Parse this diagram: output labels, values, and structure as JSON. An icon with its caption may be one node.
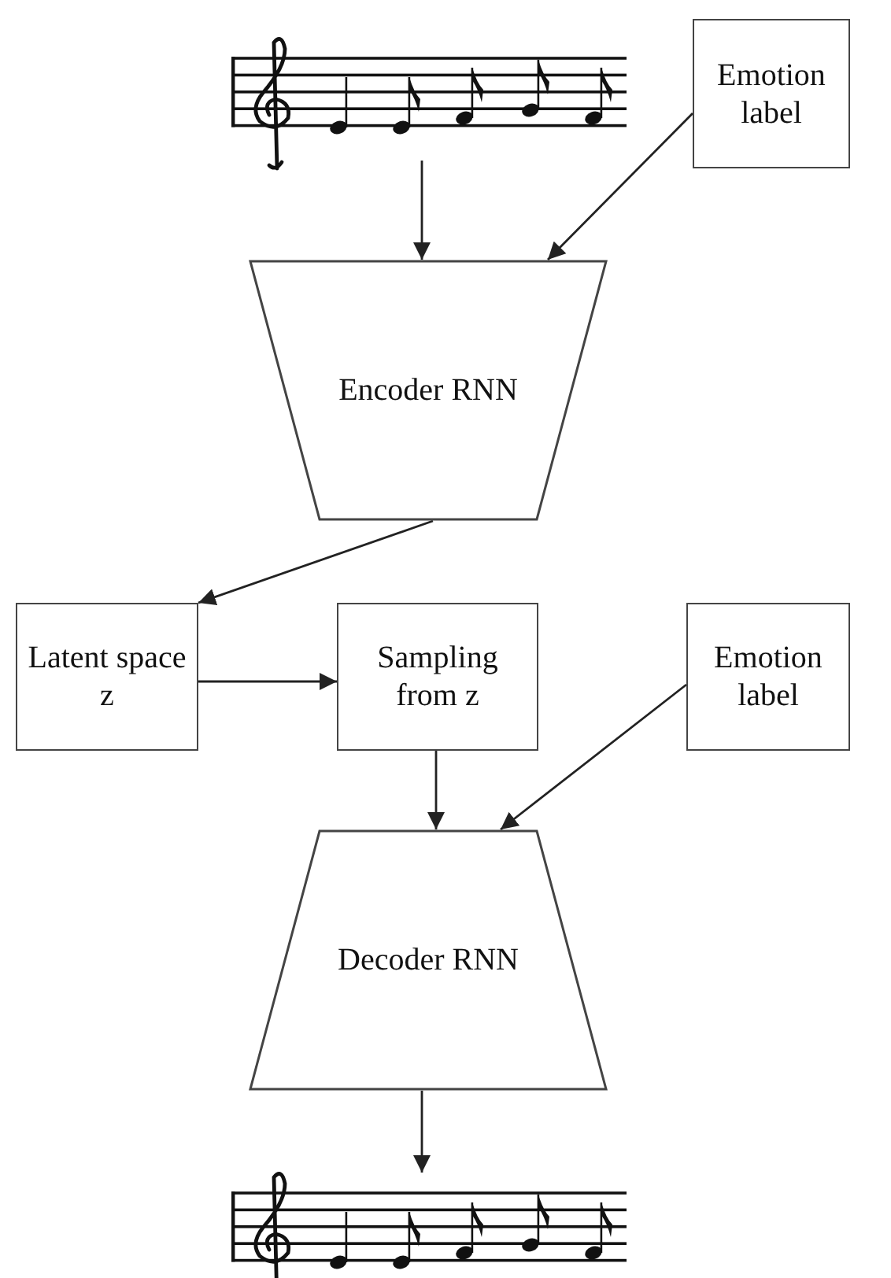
{
  "diagram": {
    "nodes": [
      {
        "text": [],
        "shape": "picture"
      },
      {
        "text": [
          "Emotion label"
        ]
      },
      {
        "text": [
          "Encoder RNN"
        ]
      },
      {
        "text": [
          "Latent space z"
        ]
      },
      {
        "text": [
          "Sampling from z"
        ]
      },
      {
        "text": [
          "Emotion label"
        ]
      },
      {
        "text": [
          "Decoder RNN"
        ]
      },
      {
        "text": [],
        "shape": "picture"
      }
    ],
    "edges": [
      {
        "from": 0,
        "to": 2,
        "arrow": "to"
      },
      {
        "from": 1,
        "to": 2,
        "arrow": "to"
      },
      {
        "from": 2,
        "to": 3,
        "arrow": "to"
      },
      {
        "from": 3,
        "to": 4,
        "arrow": "to"
      },
      {
        "from": 4,
        "to": 6,
        "arrow": "to"
      },
      {
        "from": 5,
        "to": 6,
        "arrow": "to"
      },
      {
        "from": 6,
        "to": 7,
        "arrow": "to"
      }
    ]
  }
}
